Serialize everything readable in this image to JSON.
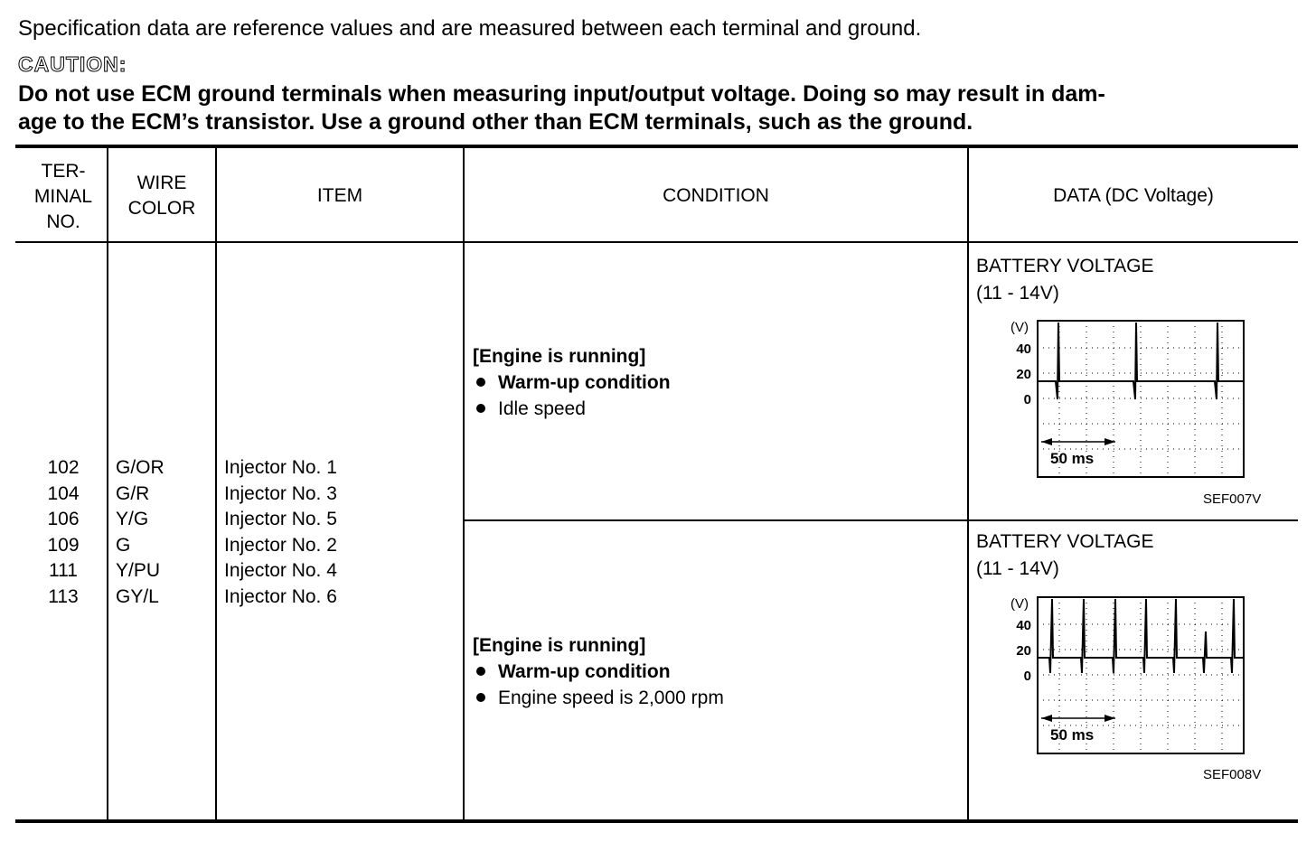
{
  "intro": "Specification data are reference values and are measured between each terminal and ground.",
  "caution_label": "CAUTION:",
  "caution_line1": "Do not use ECM ground terminals when measuring input/output voltage. Doing so may result in dam-",
  "caution_line2": "age to the ECM’s transistor. Use a ground other than ECM terminals, such as the ground.",
  "headers": {
    "terminal": [
      "TER-",
      "MINAL",
      "NO."
    ],
    "wire": [
      "WIRE",
      "COLOR"
    ],
    "item": "ITEM",
    "condition": "CONDITION",
    "data": "DATA (DC Voltage)"
  },
  "terminals": [
    "102",
    "104",
    "106",
    "109",
    "111",
    "113"
  ],
  "wires": [
    "G/OR",
    "G/R",
    "Y/G",
    "G",
    "Y/PU",
    "GY/L"
  ],
  "items": [
    "Injector No. 1",
    "Injector No. 3",
    "Injector No. 5",
    "Injector No. 2",
    "Injector No. 4",
    "Injector No. 6"
  ],
  "rows": [
    {
      "cond_title": "[Engine is running]",
      "cond_b1": "Warm-up condition",
      "cond_b2": "Idle speed",
      "data_line1": "BATTERY VOLTAGE",
      "data_line2": "(11 - 14V)",
      "chart_unit": "(V)",
      "chart_ticks": [
        "40",
        "20",
        "0"
      ],
      "time_label": "50 ms",
      "code": "SEF007V"
    },
    {
      "cond_title": "[Engine is running]",
      "cond_b1": "Warm-up condition",
      "cond_b2": "Engine speed is 2,000 rpm",
      "data_line1": "BATTERY VOLTAGE",
      "data_line2": "(11 - 14V)",
      "chart_unit": "(V)",
      "chart_ticks": [
        "40",
        "20",
        "0"
      ],
      "time_label": "50 ms",
      "code": "SEF008V"
    }
  ]
}
